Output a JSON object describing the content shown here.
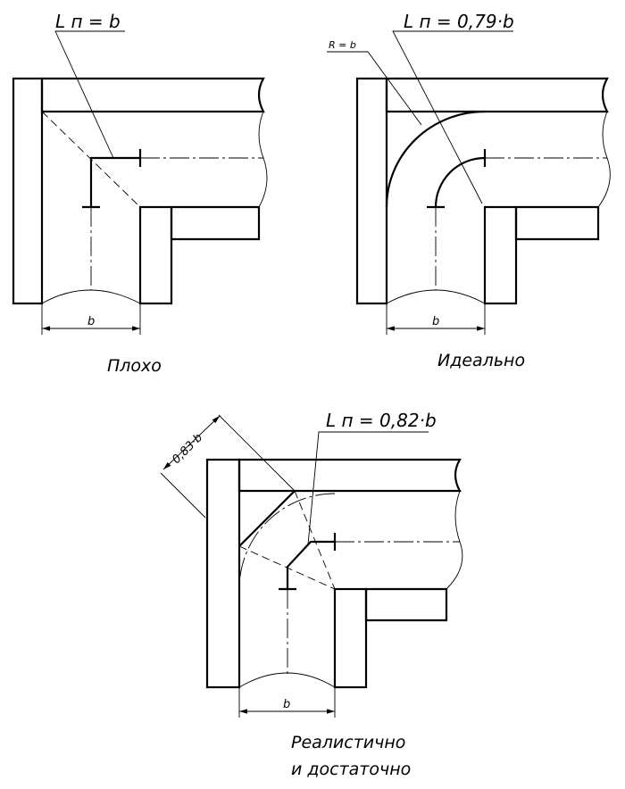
{
  "figure1": {
    "length_label": "L п = b",
    "dim_b": "b",
    "caption": "Плохо"
  },
  "figure2": {
    "length_label": "L п = 0,79·b",
    "radius_label": "R = b",
    "dim_b": "b",
    "caption": "Идеально"
  },
  "figure3": {
    "length_label": "L п = 0,82·b",
    "chamfer_dim": "0,83·b",
    "dim_b": "b",
    "caption_line1": "Реалистично",
    "caption_line2": "и достаточно"
  }
}
